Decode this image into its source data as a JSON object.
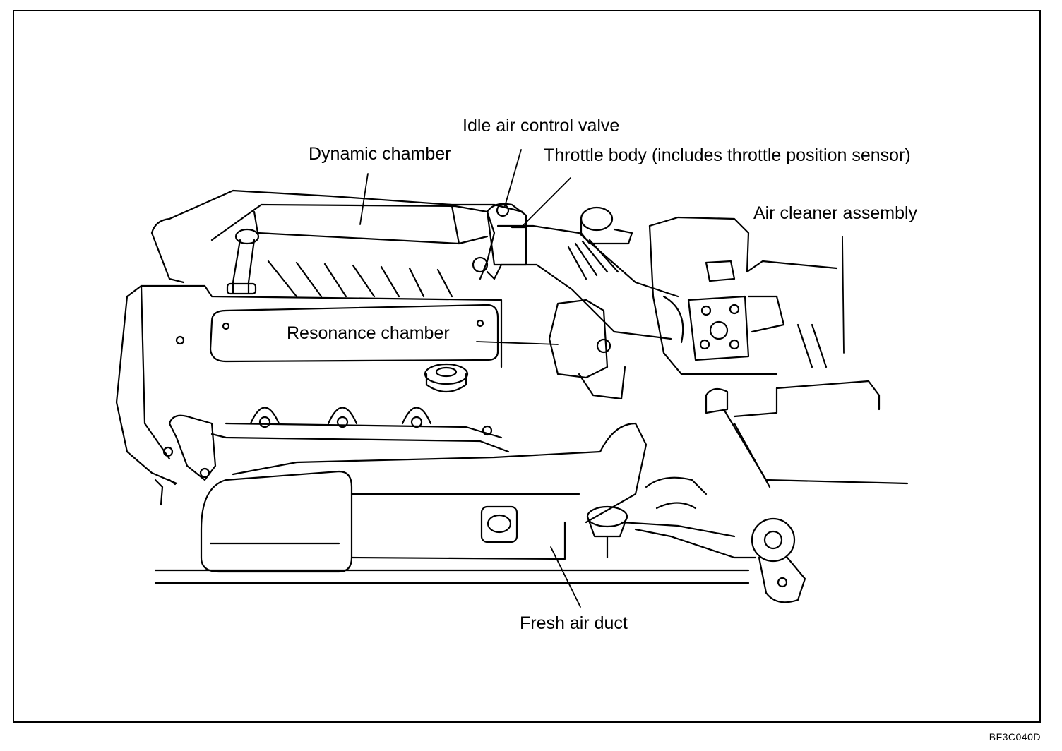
{
  "labels": {
    "idle_air_control_valve": "Idle air control valve",
    "dynamic_chamber": "Dynamic chamber",
    "throttle_body": "Throttle body (includes throttle position sensor)",
    "air_cleaner_assembly": "Air cleaner assembly",
    "resonance_chamber": "Resonance chamber",
    "fresh_air_duct": "Fresh air duct"
  },
  "figure_code": "BF3C040D",
  "colors": {
    "ink": "#000000",
    "paper": "#ffffff"
  }
}
